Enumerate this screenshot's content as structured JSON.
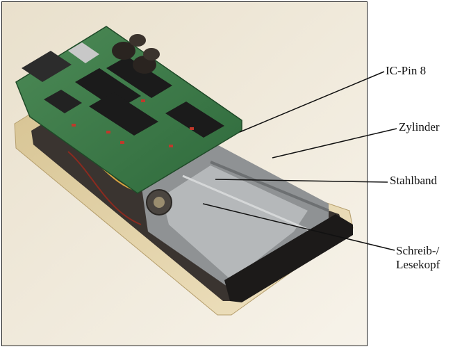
{
  "labels": {
    "ic_pin": "IC-Pin 8",
    "cylinder": "Zylinder",
    "steel_band": "Stahlband",
    "head_line1": "Schreib-/",
    "head_line2": "Lesekopf"
  },
  "colors": {
    "background": "#f2ece0",
    "pcb": "#3c7a4a",
    "case": "#e3d3ac",
    "callout_line": "#111111"
  }
}
